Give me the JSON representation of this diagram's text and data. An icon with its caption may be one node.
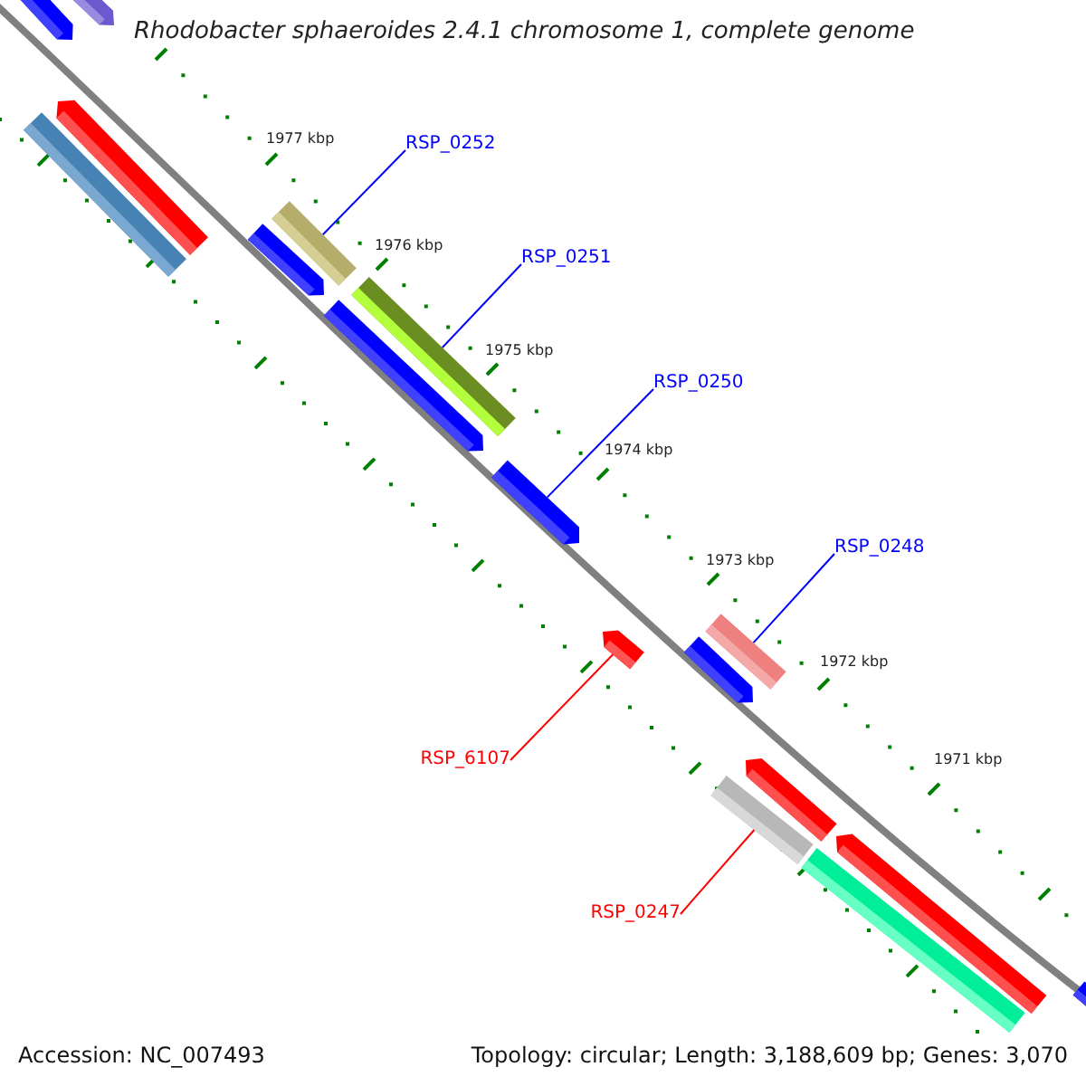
{
  "diagram": {
    "title": "Rhodobacter sphaeroides 2.4.1 chromosome 1, complete genome",
    "nodes": [
      {
        "text": [
          "RSP_0252"
        ]
      },
      {
        "text": [],
        "shape": "bar"
      },
      {
        "text": [
          "RSP_0251"
        ]
      },
      {
        "text": [],
        "shape": "bar"
      },
      {
        "text": [
          "RSP_0250"
        ]
      },
      {
        "text": [],
        "shape": "bar"
      },
      {
        "text": [
          "RSP_0248"
        ]
      },
      {
        "text": [],
        "shape": "bar"
      },
      {
        "text": [
          "RSP_6107"
        ]
      },
      {
        "text": [],
        "shape": "bar"
      },
      {
        "text": [
          "RSP_0247"
        ]
      },
      {
        "text": [],
        "shape": "bar"
      }
    ],
    "edges": [
      {
        "from": 0,
        "to": 1,
        "arrow": "none"
      },
      {
        "from": 2,
        "to": 3,
        "arrow": "none"
      },
      {
        "from": 4,
        "to": 5,
        "arrow": "none"
      },
      {
        "from": 6,
        "to": 7,
        "arrow": "none"
      },
      {
        "from": 8,
        "to": 9,
        "arrow": "none",
        "color": "#ff0000"
      },
      {
        "from": 10,
        "to": 11,
        "arrow": "none",
        "color": "#ff0000"
      }
    ],
    "labels": [
      "1977 kbp",
      "1976 kbp",
      "1975 kbp",
      "1974 kbp",
      "1973 kbp",
      "1972 kbp",
      "1971 kbp",
      "Accession: NC_007493",
      "Topology: circular; Length: 3,188,609 bp; Genes: 3,070"
    ]
  }
}
